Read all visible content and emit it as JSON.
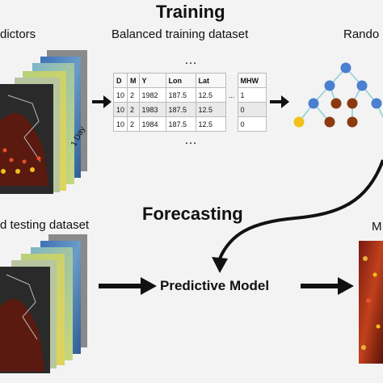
{
  "titles": {
    "training": "Training",
    "forecasting": "Forecasting"
  },
  "labels": {
    "predictors": "dictors",
    "balanced_dataset": "Balanced training dataset",
    "random_forest": "Rando",
    "testing_dataset": "d testing dataset",
    "predictive_model": "Predictive Model",
    "output": "M",
    "day": "1 Day",
    "ellipsis": "…",
    "row_ellipsis": "..."
  },
  "table": {
    "headers": [
      "D",
      "M",
      "Y",
      "Lon",
      "Lat",
      "",
      "MHW"
    ],
    "rows": [
      [
        "10",
        "2",
        "1982",
        "187.5",
        "12.5",
        "...",
        "1"
      ],
      [
        "10",
        "2",
        "1983",
        "187.5",
        "12.5",
        "",
        "0"
      ],
      [
        "10",
        "2",
        "1984",
        "187.5",
        "12.5",
        "",
        "0"
      ]
    ]
  },
  "colors": {
    "node_blue": "#4a7fd1",
    "node_brown": "#8b3a10",
    "node_yellow": "#f2c21b",
    "tree_edge": "#8fd0d6",
    "arrow": "#111111"
  }
}
